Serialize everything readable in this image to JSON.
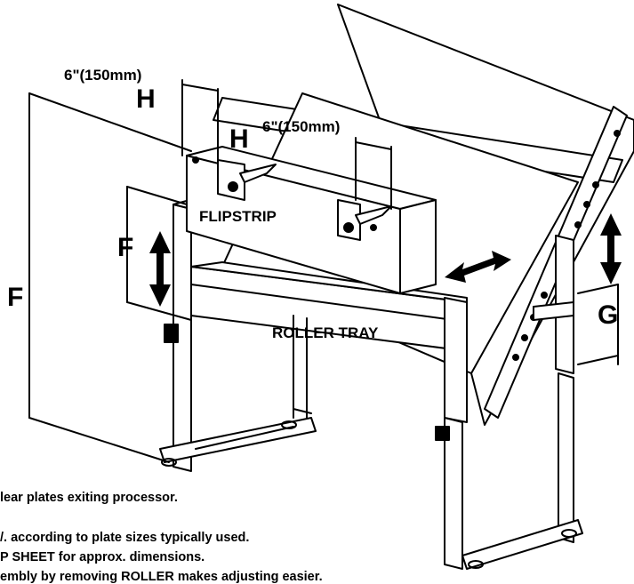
{
  "labels": {
    "dim_left": "6\"(150mm)",
    "dim_right": "6\"(150mm)",
    "h_left": "H",
    "h_right": "H",
    "flipstrip": "FLIPSTRIP",
    "roller_tray": "ROLLER TRAY",
    "f_big": "F",
    "f_small": "F",
    "g": "G"
  },
  "notes": [
    "lear plates exiting processor.",
    "/. according to plate sizes typically used.",
    "P SHEET for approx. dimensions.",
    "embly by removing ROLLER makes adjusting easier."
  ]
}
